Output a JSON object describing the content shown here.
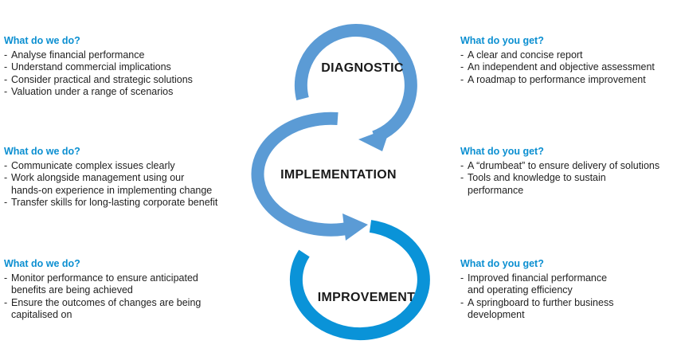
{
  "stages": [
    {
      "label": "DIAGNOSTIC",
      "color": "#5b9bd5"
    },
    {
      "label": "IMPLEMENTATION",
      "color": "#5b9bd5"
    },
    {
      "label": "IMPROVEMENT",
      "color": "#0a93d8"
    }
  ],
  "left_blocks": [
    {
      "heading": "What do we do?",
      "items": [
        [
          "Analyse financial performance"
        ],
        [
          "Understand commercial implications"
        ],
        [
          "Consider practical and strategic solutions"
        ],
        [
          "Valuation under a range of scenarios"
        ]
      ]
    },
    {
      "heading": "What do we do?",
      "items": [
        [
          "Communicate complex issues clearly"
        ],
        [
          "Work alongside management using our",
          "hands-on experience in implementing change"
        ],
        [
          "Transfer skills for long-lasting corporate benefit"
        ]
      ]
    },
    {
      "heading": "What do we do?",
      "items": [
        [
          "Monitor performance to ensure anticipated",
          "benefits are being achieved"
        ],
        [
          "Ensure the outcomes of changes are being",
          "capitalised on"
        ]
      ]
    }
  ],
  "right_blocks": [
    {
      "heading": "What do you get?",
      "items": [
        [
          "A clear and concise report"
        ],
        [
          "An independent and objective assessment"
        ],
        [
          "A roadmap to performance improvement"
        ]
      ]
    },
    {
      "heading": "What do you get?",
      "items": [
        [
          "A “drumbeat” to ensure delivery of solutions"
        ],
        [
          "Tools and knowledge to sustain",
          "performance"
        ]
      ]
    },
    {
      "heading": "What do you get?",
      "items": [
        [
          "Improved financial performance",
          "and operating efficiency"
        ],
        [
          "A springboard to further business",
          "development"
        ]
      ]
    }
  ],
  "dash": "-"
}
